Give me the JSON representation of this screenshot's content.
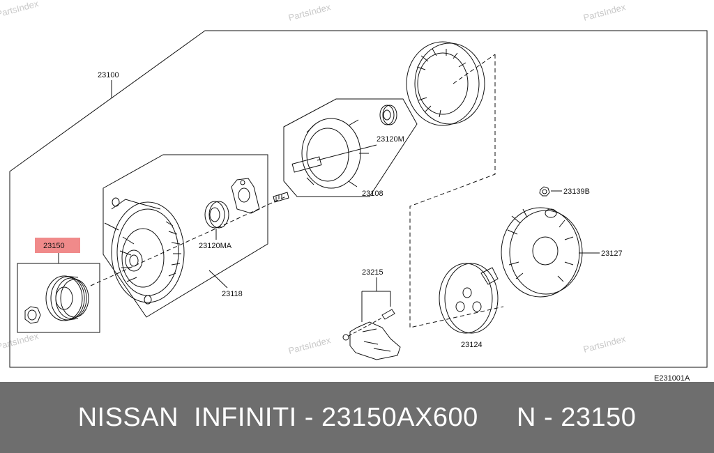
{
  "watermark": "PartsIndex",
  "labels": {
    "assembly": "23100",
    "pulley": "23150",
    "front_bearing": "23120MA",
    "front_housing": "23118",
    "rotor": "23108",
    "rear_bearing": "23120M",
    "brush": "23215",
    "nut": "23139B",
    "rear_cover": "23127",
    "rectifier": "23124"
  },
  "diagram_code": "E231001A",
  "highlight_color": "#f08a8a",
  "footer": {
    "text": "NISSAN  INFINITI - 23150AX600     N - 23150",
    "background": "#6e6e6e"
  }
}
